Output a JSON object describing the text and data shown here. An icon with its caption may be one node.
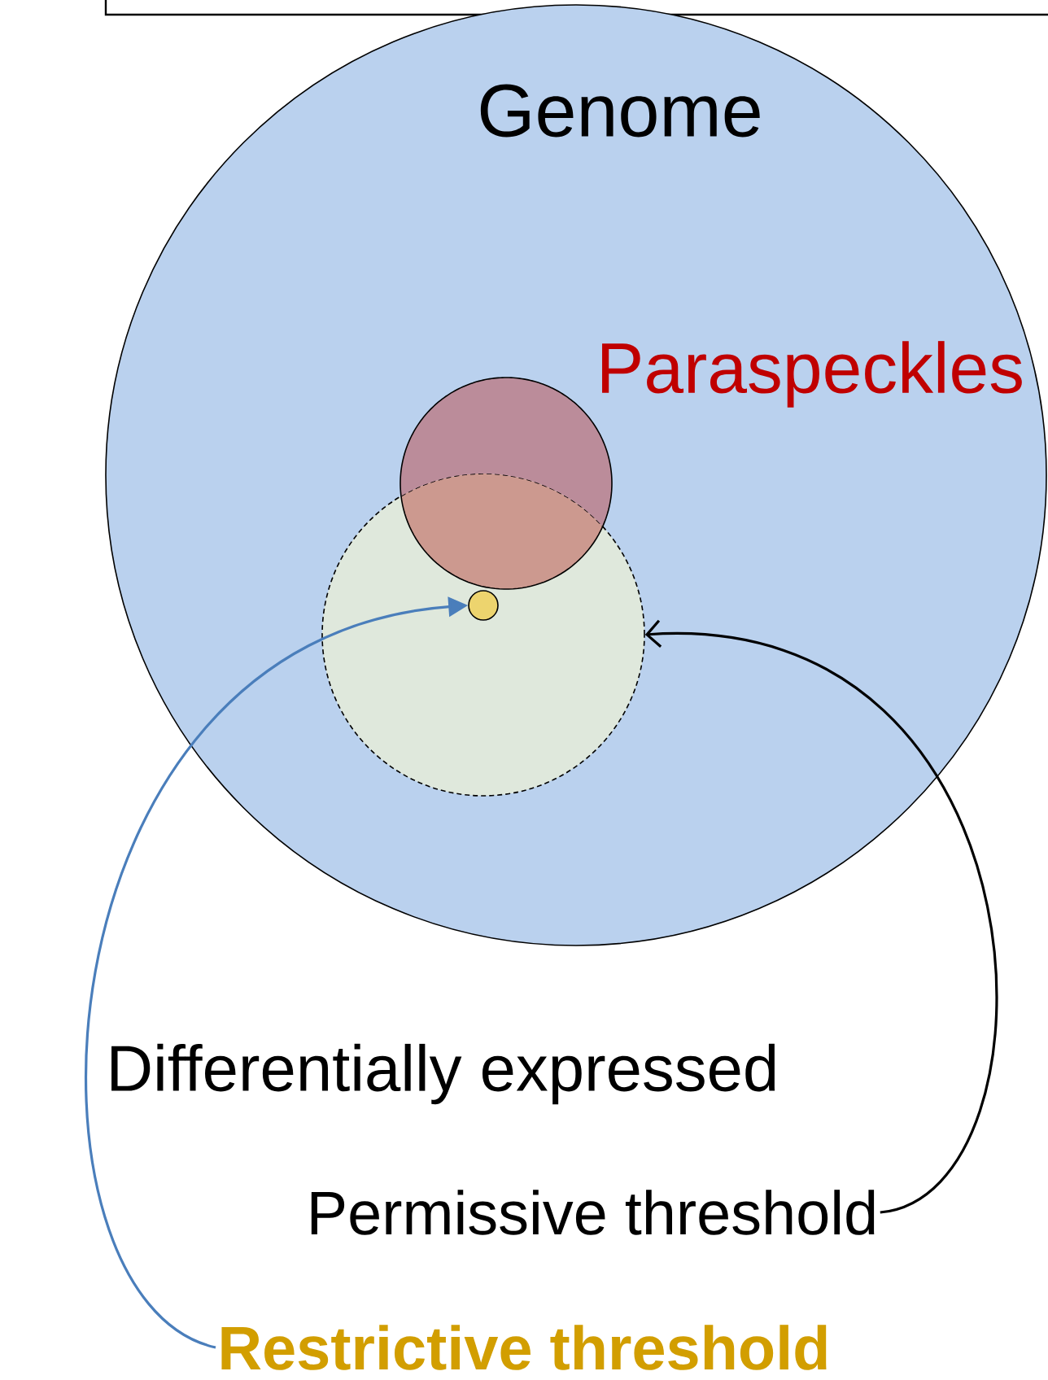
{
  "diagram": {
    "nodes": [
      {
        "text": [
          "Genome"
        ]
      },
      {
        "text": [
          "Paraspeckles"
        ],
        "in": 0
      },
      {
        "text": [],
        "shape": "circle",
        "in": 0
      },
      {
        "text": [],
        "shape": "circle",
        "in": 2
      },
      {
        "text": [
          "Permissive threshold"
        ]
      },
      {
        "text": [
          "Restrictive threshold"
        ]
      }
    ],
    "edges": [
      {
        "from": 4,
        "to": 2,
        "arrow": "to"
      },
      {
        "from": 5,
        "to": 3,
        "arrow": "to",
        "color": "#4a7ebb"
      }
    ],
    "labels": [
      "Differentially expressed"
    ]
  }
}
